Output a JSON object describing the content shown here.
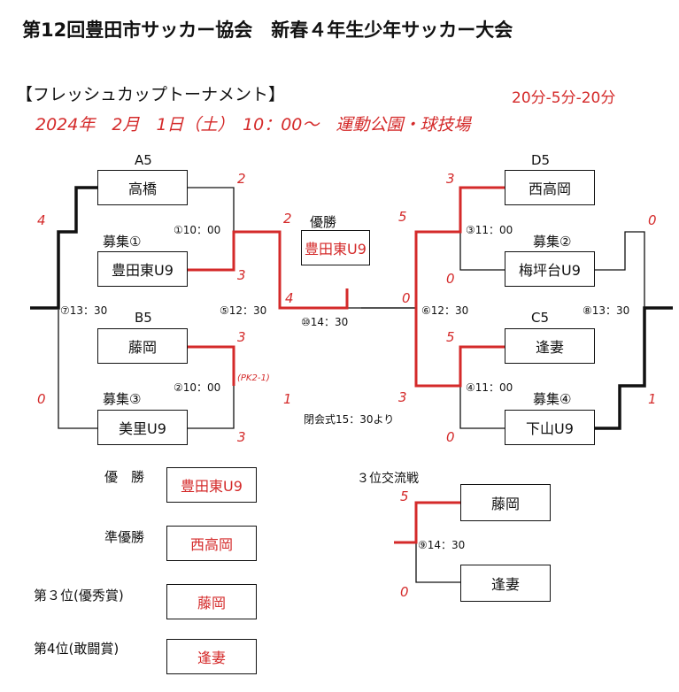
{
  "header": {
    "title": "第12回豊田市サッカー協会　新春４年生少年サッカー大会",
    "cup": "【フレッシュカップトーナメント】",
    "format": "20分-5分-20分",
    "date_venue": "2024年　2月　1日（土）　10：00～　運動公園・球技場"
  },
  "groups": {
    "a5": "A5",
    "bosyu1": "募集①",
    "b5": "B5",
    "bosyu3": "募集③",
    "d5": "D5",
    "bosyu2": "募集②",
    "c5": "C5",
    "bosyu4": "募集④"
  },
  "teams": {
    "takahashi": "高橋",
    "toyotahigashi": "豊田東U9",
    "fujioka": "藤岡",
    "misato": "美里U9",
    "nishitakaoka": "西高岡",
    "tsubohira": "梅坪台U9",
    "houzuma": "逢妻",
    "shimoyama": "下山U9"
  },
  "matches": {
    "m1": "①10：00",
    "m2": "②10：00",
    "m3": "③11：00",
    "m4": "④11：00",
    "m5": "⑤12：30",
    "m6": "⑥12：30",
    "m7": "⑦13：30",
    "m8": "⑧13：30",
    "m9": "⑨14：30",
    "m10": "⑩14：30"
  },
  "scores": {
    "takahashi": "2",
    "toyotahigashi": "3",
    "fujioka": "3",
    "misato": "3",
    "pk": "(PK2-1)",
    "m5_top": "2",
    "m5_bottom": "1",
    "final_left": "4",
    "final_right": "0",
    "m7_top": "4",
    "m7_bottom": "0",
    "nishitakaoka": "3",
    "tsubohira": "0",
    "houzuma": "5",
    "shimoyama": "0",
    "m6_top": "5",
    "m6_bottom": "3",
    "m8_top": "0",
    "m8_bottom": "1",
    "third_top": "5",
    "third_bottom": "0"
  },
  "champion": {
    "label": "優勝",
    "team": "豊田東U9"
  },
  "closing": "閉会式15：30より",
  "results": [
    {
      "label": "優　勝",
      "team": "豊田東U9"
    },
    {
      "label": "準優勝",
      "team": "西高岡"
    },
    {
      "label": "第３位(優秀賞)",
      "team": "藤岡"
    },
    {
      "label": "第4位(敢闘賞)",
      "team": "逢妻"
    }
  ],
  "third_place": {
    "title": "３位交流戦",
    "top": "藤岡",
    "bottom": "逢妻"
  },
  "colors": {
    "accent": "#d42a2a",
    "line": "#111111"
  }
}
